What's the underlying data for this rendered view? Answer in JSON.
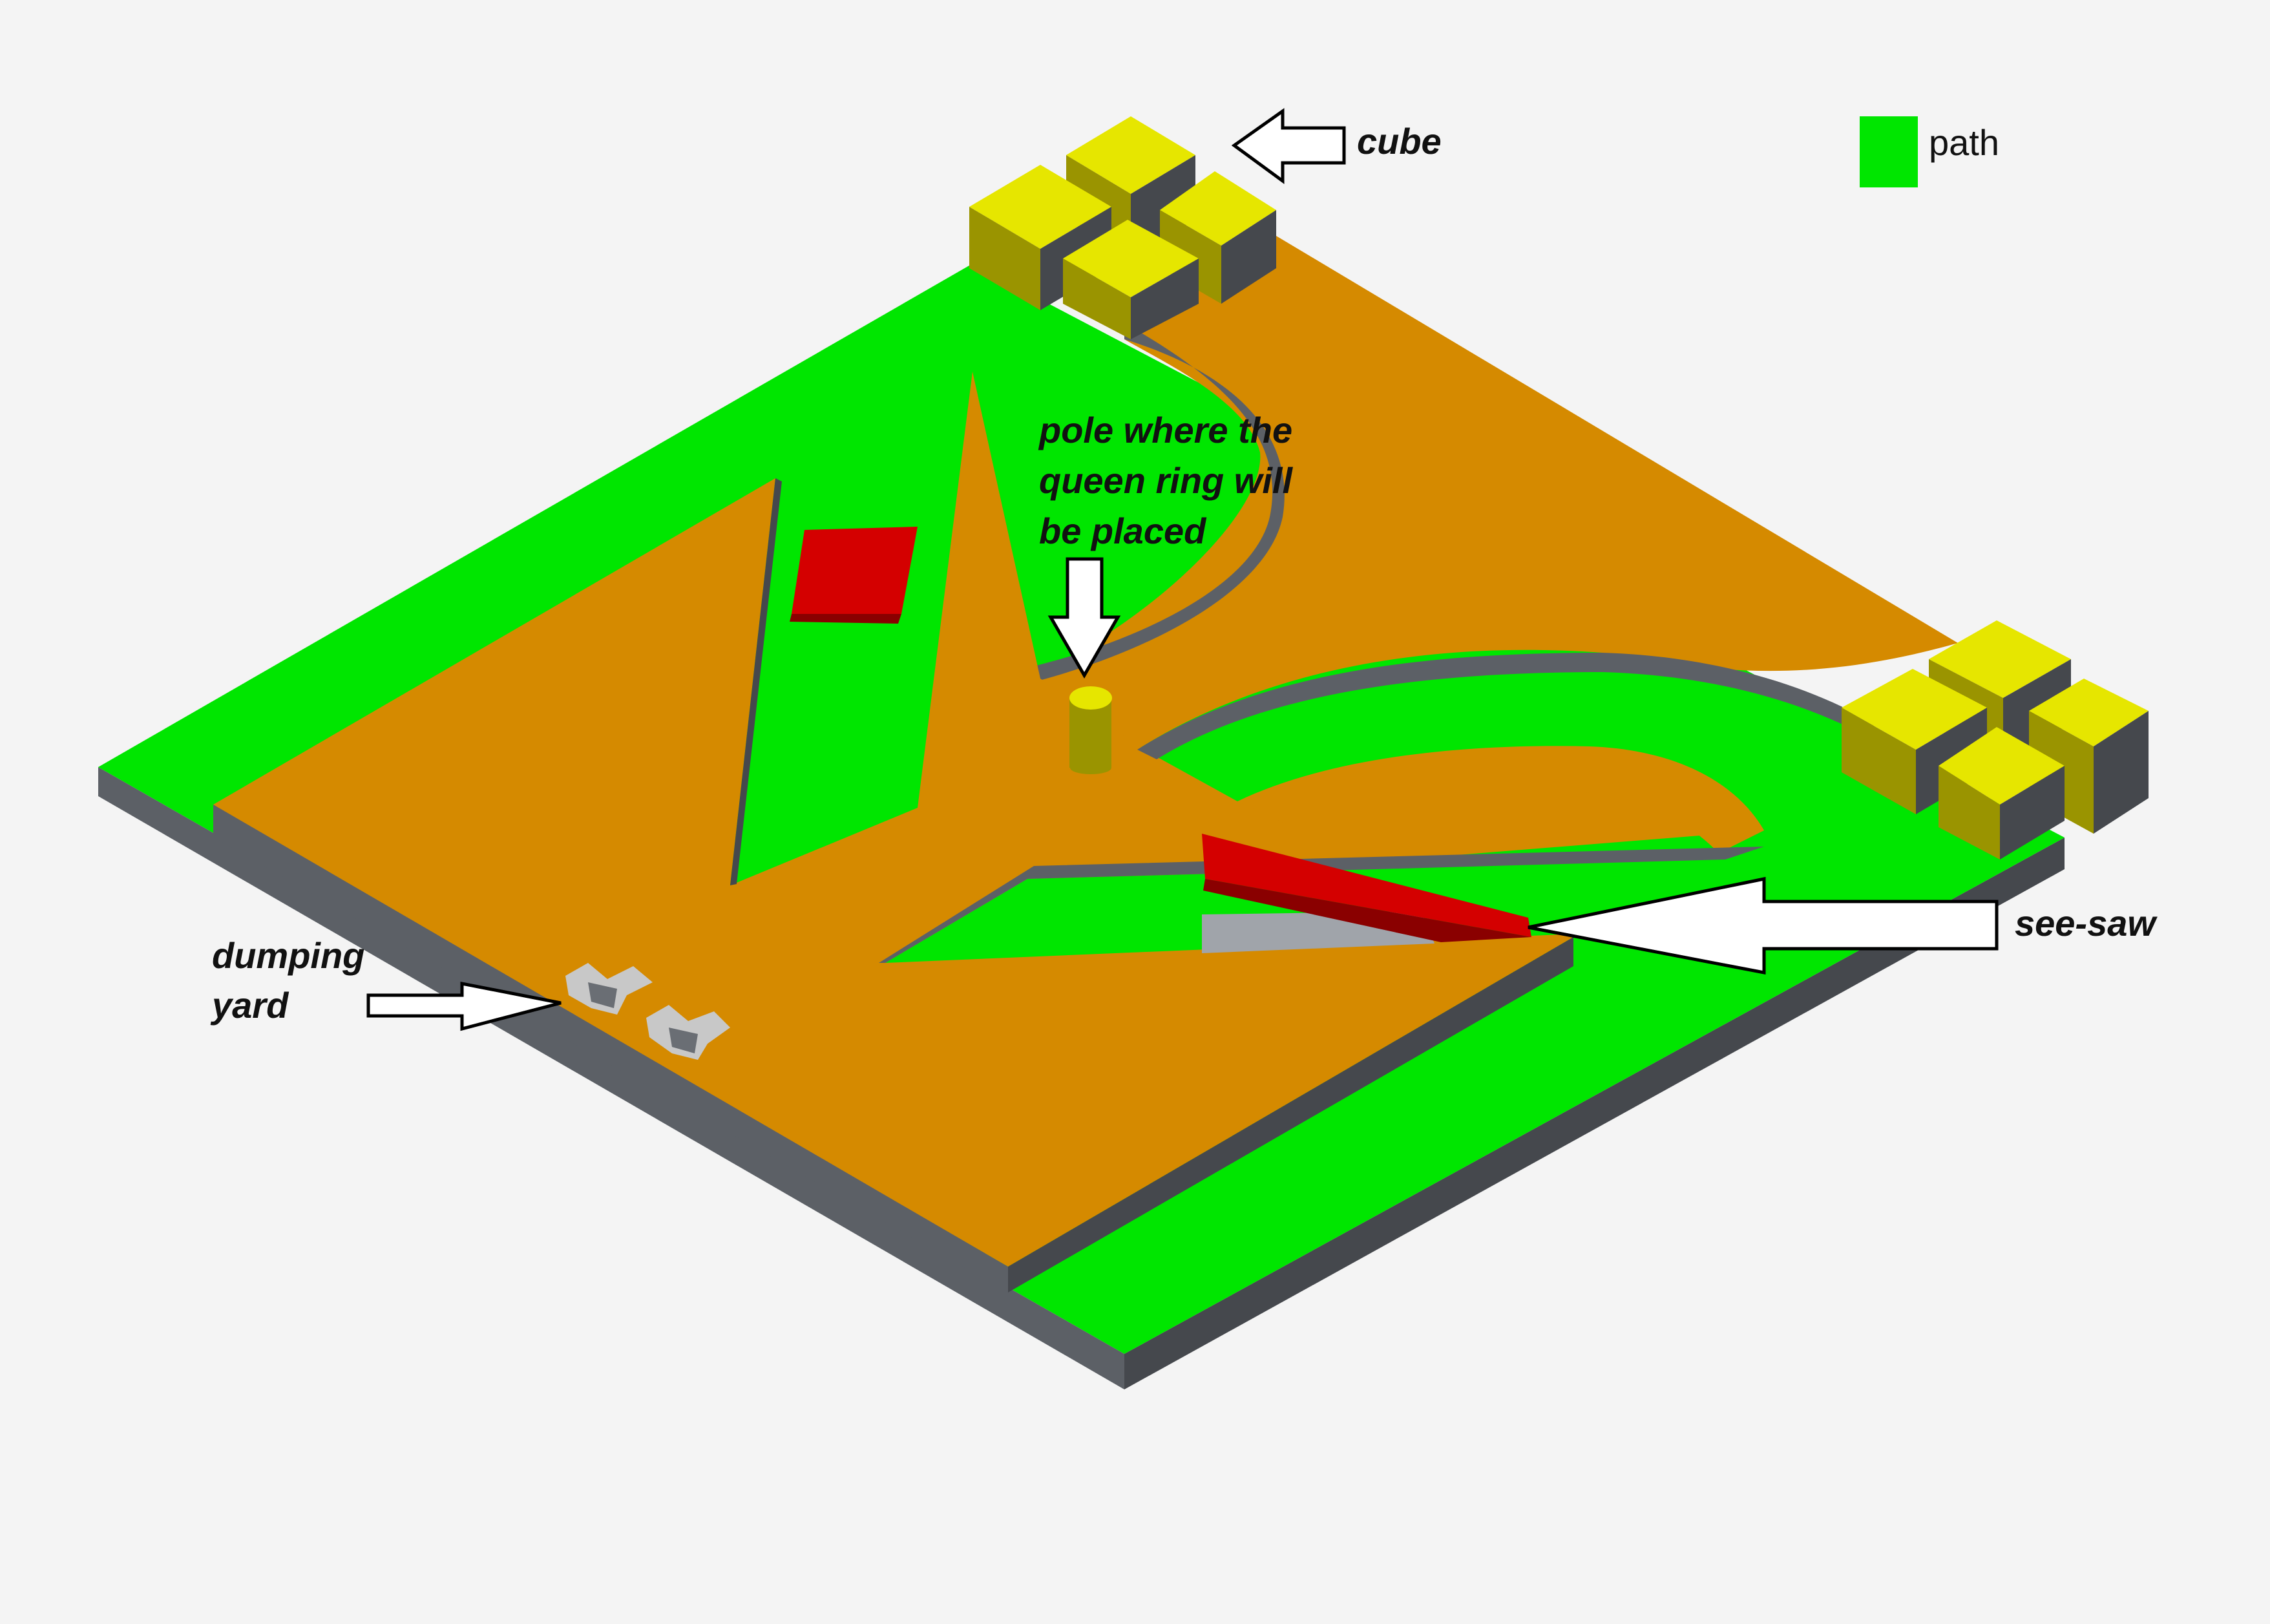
{
  "labels": {
    "cube": "cube",
    "pole_line1": "pole where the",
    "pole_line2": "queen ring will",
    "pole_line3": "be placed",
    "dumping_line1": "dumping",
    "dumping_line2": "yard",
    "see_saw": "see-saw"
  },
  "legend": {
    "path_label": "path"
  },
  "colors": {
    "background": "#f4f4f4",
    "path_green": "#00e600",
    "board_orange": "#d58a00",
    "wall_grey": "#5c6066",
    "wall_dark": "#45484d",
    "cube_top": "#e6e600",
    "cube_side": "#9a9400",
    "obstacle_red": "#d40000",
    "obstacle_red_dark": "#8a0000",
    "pit_light": "#c8c8c8"
  }
}
